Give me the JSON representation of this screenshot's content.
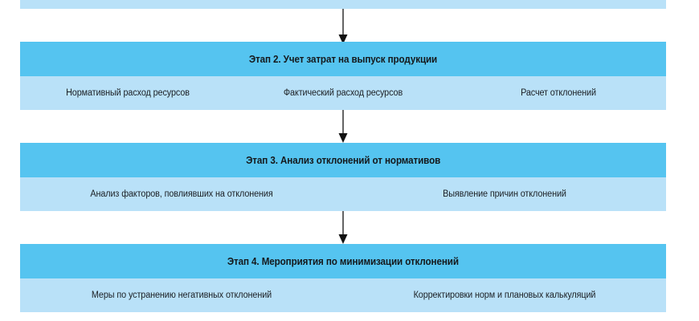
{
  "diagram": {
    "title_visible": false,
    "accent_color_header": "#55c4f0",
    "accent_color_items": "#b9e1f8",
    "text_color": "#15191c",
    "background": "#ffffff",
    "stages": [
      {
        "id": "stage-1",
        "header": "",
        "truncated": true,
        "items": []
      },
      {
        "id": "stage-2",
        "header": "Этап 2. Учет затрат на выпуск продукции",
        "items": [
          "Нормативный расход ресурсов",
          "Фактический расход ресурсов",
          "Расчет отклонений"
        ]
      },
      {
        "id": "stage-3",
        "header": "Этап 3. Анализ отклонений от нормативов",
        "items": [
          "Анализ факторов, повлиявших на отклонения",
          "Выявление причин отклонений"
        ]
      },
      {
        "id": "stage-4",
        "header": "Этап 4. Мероприятия по минимизации отклонений",
        "items": [
          "Меры по устранению негативных отклонений",
          "Корректировки норм и плановых калькуляций"
        ]
      }
    ],
    "connectors": [
      {
        "id": "connector-1-2",
        "from": "stage-1",
        "to": "stage-2",
        "direction": "down"
      },
      {
        "id": "connector-2-3",
        "from": "stage-2",
        "to": "stage-3",
        "direction": "down"
      },
      {
        "id": "connector-3-4",
        "from": "stage-3",
        "to": "stage-4",
        "direction": "down"
      }
    ]
  }
}
